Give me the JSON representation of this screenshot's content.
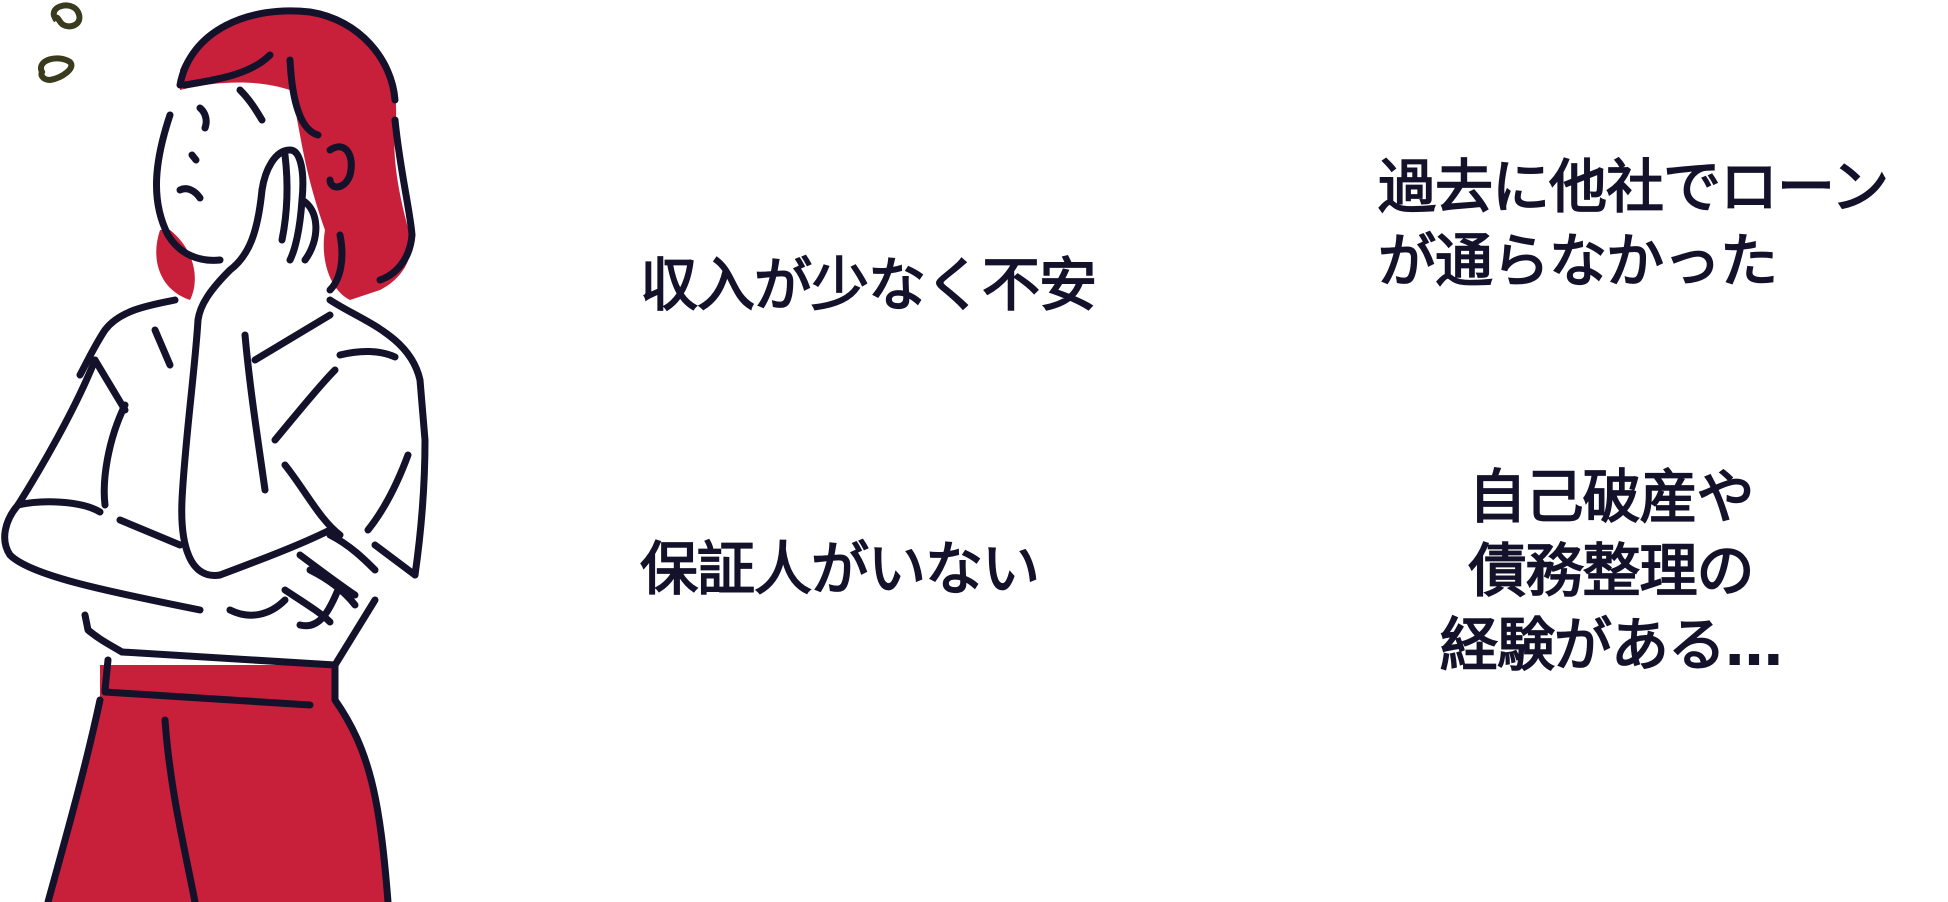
{
  "worries": {
    "income": {
      "lines": [
        "収入が少なく不安"
      ]
    },
    "guarantor": {
      "lines": [
        "保証人がいない"
      ]
    },
    "rejected": {
      "lines": [
        "過去に他社でローン",
        "が通らなかった"
      ]
    },
    "bankrupt": {
      "lines": [
        "自己破産や",
        "債務整理の",
        "経験がある…"
      ]
    }
  },
  "colors": {
    "text": "#14112b",
    "accent_red": "#c8203a",
    "line": "#14112b",
    "sweat": "#3a3a1c",
    "background": "#ffffff"
  },
  "illustration": {
    "subject": "worried-woman-illustration",
    "icons": [
      "sweat-drop-icon"
    ]
  }
}
